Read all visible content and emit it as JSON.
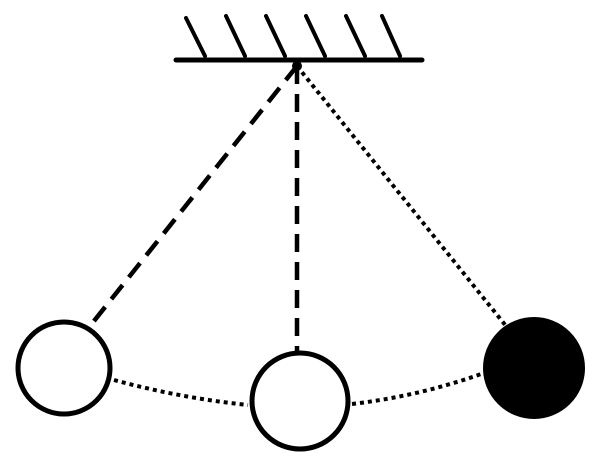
{
  "diagram": {
    "subject": "pendulum",
    "components": {
      "support": {
        "type": "fixed ceiling",
        "icon": "hatched-support-icon"
      },
      "pivot": {
        "type": "suspension point"
      },
      "strings": [
        {
          "position": "left",
          "line_style": "dashed"
        },
        {
          "position": "center",
          "line_style": "dashed"
        },
        {
          "position": "right",
          "line_style": "dotted"
        }
      ],
      "bobs": [
        {
          "position": "left",
          "fill": "#ffffff"
        },
        {
          "position": "center",
          "fill": "#ffffff"
        },
        {
          "position": "right",
          "fill": "#000000"
        }
      ],
      "swing_arc": {
        "line_style": "dotted"
      }
    },
    "colors": {
      "ink": "#000000",
      "background": "#ffffff"
    }
  }
}
